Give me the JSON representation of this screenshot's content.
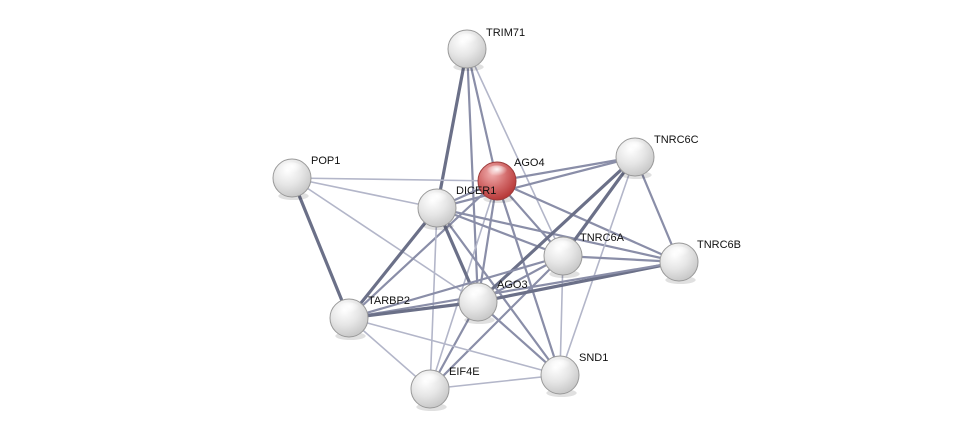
{
  "network": {
    "nodes": [
      {
        "id": "TRIM71",
        "label": "TRIM71",
        "query": false
      },
      {
        "id": "AGO4",
        "label": "AGO4",
        "query": true
      },
      {
        "id": "POP1",
        "label": "POP1",
        "query": false
      },
      {
        "id": "DICER1",
        "label": "DICER1",
        "query": false
      },
      {
        "id": "TNRC6C",
        "label": "TNRC6C",
        "query": false
      },
      {
        "id": "TNRC6A",
        "label": "TNRC6A",
        "query": false
      },
      {
        "id": "TNRC6B",
        "label": "TNRC6B",
        "query": false
      },
      {
        "id": "AGO3",
        "label": "AGO3",
        "query": false
      },
      {
        "id": "TARBP2",
        "label": "TARBP2",
        "query": false
      },
      {
        "id": "SND1",
        "label": "SND1",
        "query": false
      },
      {
        "id": "EIF4E",
        "label": "EIF4E",
        "query": false
      }
    ],
    "edges": [
      {
        "from": "TRIM71",
        "to": "DICER1",
        "strength": 3
      },
      {
        "from": "TRIM71",
        "to": "AGO4",
        "strength": 2
      },
      {
        "from": "TRIM71",
        "to": "TNRC6A",
        "strength": 1
      },
      {
        "from": "TRIM71",
        "to": "AGO3",
        "strength": 2
      },
      {
        "from": "POP1",
        "to": "AGO4",
        "strength": 1
      },
      {
        "from": "POP1",
        "to": "DICER1",
        "strength": 1
      },
      {
        "from": "POP1",
        "to": "TARBP2",
        "strength": 3
      },
      {
        "from": "POP1",
        "to": "AGO3",
        "strength": 1
      },
      {
        "from": "AGO4",
        "to": "DICER1",
        "strength": 2
      },
      {
        "from": "AGO4",
        "to": "TNRC6C",
        "strength": 2
      },
      {
        "from": "AGO4",
        "to": "TNRC6A",
        "strength": 2
      },
      {
        "from": "AGO4",
        "to": "TNRC6B",
        "strength": 2
      },
      {
        "from": "AGO4",
        "to": "AGO3",
        "strength": 2
      },
      {
        "from": "AGO4",
        "to": "TARBP2",
        "strength": 2
      },
      {
        "from": "AGO4",
        "to": "SND1",
        "strength": 2
      },
      {
        "from": "AGO4",
        "to": "EIF4E",
        "strength": 1
      },
      {
        "from": "DICER1",
        "to": "TNRC6C",
        "strength": 2
      },
      {
        "from": "DICER1",
        "to": "TNRC6A",
        "strength": 2
      },
      {
        "from": "DICER1",
        "to": "TNRC6B",
        "strength": 2
      },
      {
        "from": "DICER1",
        "to": "AGO3",
        "strength": 3
      },
      {
        "from": "DICER1",
        "to": "TARBP2",
        "strength": 3
      },
      {
        "from": "DICER1",
        "to": "SND1",
        "strength": 2
      },
      {
        "from": "DICER1",
        "to": "EIF4E",
        "strength": 1
      },
      {
        "from": "TNRC6C",
        "to": "TNRC6A",
        "strength": 3
      },
      {
        "from": "TNRC6C",
        "to": "TNRC6B",
        "strength": 2
      },
      {
        "from": "TNRC6C",
        "to": "AGO3",
        "strength": 3
      },
      {
        "from": "TNRC6C",
        "to": "SND1",
        "strength": 1
      },
      {
        "from": "TNRC6A",
        "to": "TNRC6B",
        "strength": 2
      },
      {
        "from": "TNRC6A",
        "to": "AGO3",
        "strength": 2
      },
      {
        "from": "TNRC6A",
        "to": "TARBP2",
        "strength": 2
      },
      {
        "from": "TNRC6A",
        "to": "SND1",
        "strength": 1
      },
      {
        "from": "TNRC6A",
        "to": "EIF4E",
        "strength": 2
      },
      {
        "from": "TNRC6B",
        "to": "AGO3",
        "strength": 3
      },
      {
        "from": "TNRC6B",
        "to": "TARBP2",
        "strength": 2
      },
      {
        "from": "AGO3",
        "to": "TARBP2",
        "strength": 3
      },
      {
        "from": "AGO3",
        "to": "SND1",
        "strength": 2
      },
      {
        "from": "AGO3",
        "to": "EIF4E",
        "strength": 2
      },
      {
        "from": "TARBP2",
        "to": "EIF4E",
        "strength": 1
      },
      {
        "from": "TARBP2",
        "to": "SND1",
        "strength": 1
      },
      {
        "from": "EIF4E",
        "to": "SND1",
        "strength": 1
      }
    ]
  },
  "colors": {
    "edge_weak": "#b3b6c9",
    "edge_medium": "#8a8ea8",
    "edge_strong": "#6b7088",
    "node_fill_light": "#ffffff",
    "node_fill_dark": "#c9c9c9",
    "node_query_light": "#f2b1b1",
    "node_query_dark": "#b83a3a",
    "node_stroke": "#9a9a9a",
    "label": "#111111"
  }
}
